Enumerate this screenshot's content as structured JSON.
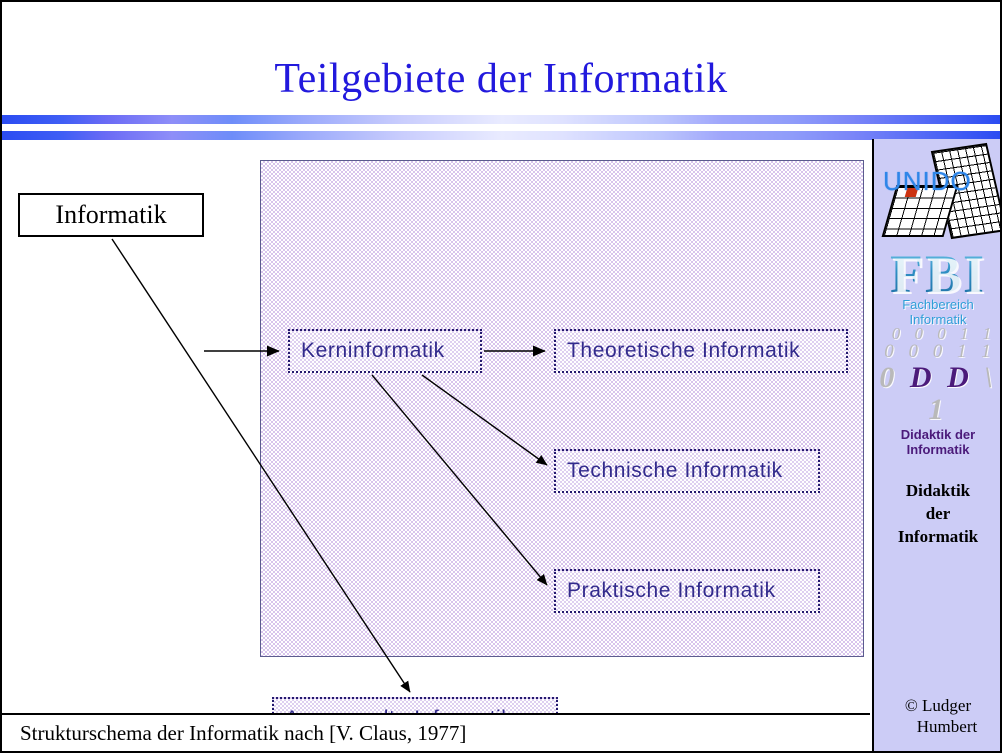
{
  "slide": {
    "title": "Teilgebiete der Informatik",
    "title_color": "#2219dd",
    "footer_caption": "Strukturschema der Informatik nach [V. Claus, 1977]"
  },
  "diagram": {
    "root": {
      "label": "Informatik"
    },
    "nodes": [
      {
        "id": "kerninformatik",
        "label": "Kerninformatik"
      },
      {
        "id": "theoretische",
        "label": "Theoretische Informatik"
      },
      {
        "id": "technische",
        "label": "Technische Informatik"
      },
      {
        "id": "praktische",
        "label": "Praktische Informatik"
      },
      {
        "id": "angewandte",
        "label": "Angewandte Informatik"
      }
    ],
    "node_text_color": "#322b8c",
    "panel_color": "#e8ddf5"
  },
  "sidebar": {
    "background": "#ccccf6",
    "logos": {
      "unido": {
        "text": "UNIDO",
        "text_color": "#2f86e8",
        "accent_cell_color": "#cc3311"
      },
      "fbi": {
        "letters": "FBI",
        "subtitle": "Fachbereich Informatik",
        "color": "#2e8fc4"
      },
      "ddi": {
        "row1": "0 0 0 1 1",
        "row2": "0 0 0 1 1",
        "row3_prefix": "0",
        "row3_bold": "D D",
        "row3_suffix": "\\ 1",
        "subtitle": "Didaktik der Informatik",
        "color": "#4b1a7a"
      }
    },
    "caption_line1": "Didaktik",
    "caption_line2": "der",
    "caption_line3": "Informatik",
    "copyright_line1": "© Ludger",
    "copyright_line2": "Humbert"
  }
}
